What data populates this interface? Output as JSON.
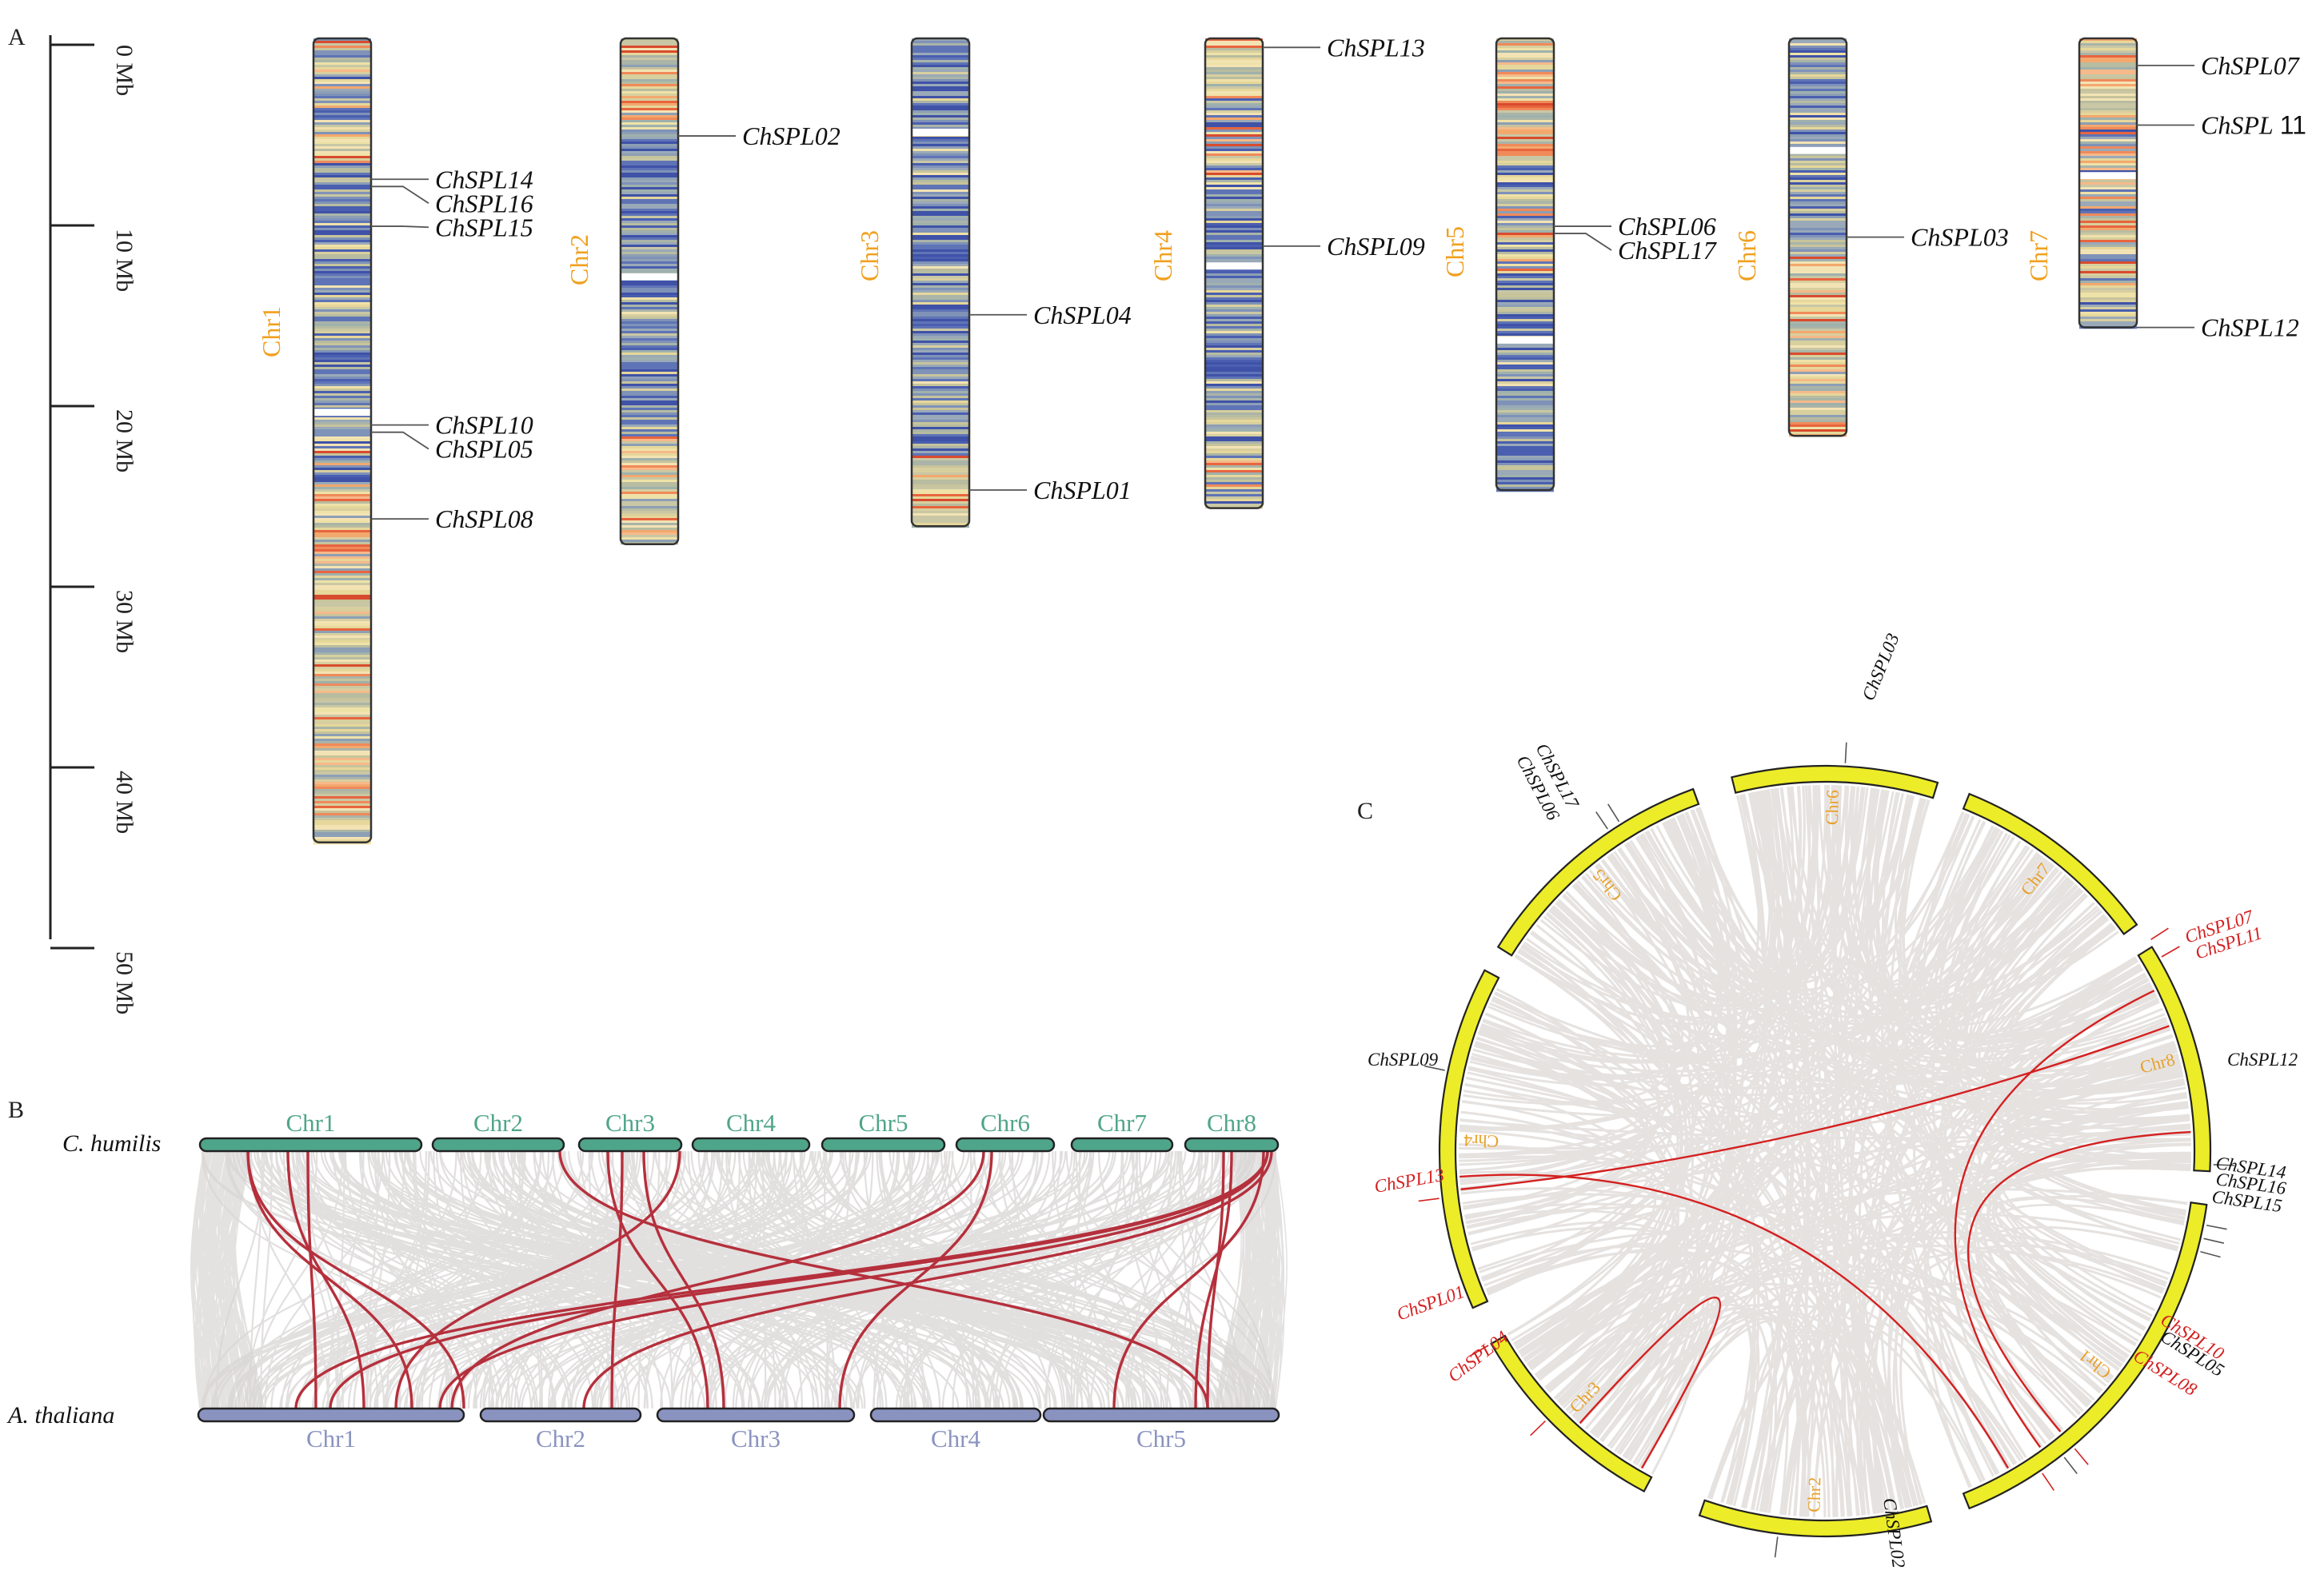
{
  "panels": {
    "a": "A",
    "b": "B",
    "c": "C"
  },
  "scale": {
    "ticks": [
      "0 Mb",
      "10 Mb",
      "20 Mb",
      "30 Mb",
      "40 Mb",
      "50 Mb"
    ]
  },
  "colors": {
    "density_low": "#3a4fa8",
    "density_mid": "#f0dc9a",
    "density_high": "#e2452a",
    "chr_label": "#f0a01e",
    "ch_chr": "#4fa58a",
    "at_chr": "#8a93c0",
    "syntenic_highlight": "#b5303c",
    "syntenic_background": "#d8d4d4",
    "circos_ring": "#ecec28"
  },
  "chromosomes_a": [
    {
      "name": "Chr1",
      "length_mb": 44.5,
      "genes": [
        {
          "label": "ChSPL14",
          "pos_mb": 7.8
        },
        {
          "label": "ChSPL16",
          "pos_mb": 8.2
        },
        {
          "label": "ChSPL15",
          "pos_mb": 10.4
        },
        {
          "label": "ChSPL10",
          "pos_mb": 21.4
        },
        {
          "label": "ChSPL05",
          "pos_mb": 21.8
        },
        {
          "label": "ChSPL08",
          "pos_mb": 26.6
        }
      ]
    },
    {
      "name": "Chr2",
      "length_mb": 28.0,
      "genes": [
        {
          "label": "ChSPL02",
          "pos_mb": 5.4
        }
      ]
    },
    {
      "name": "Chr3",
      "length_mb": 27.0,
      "genes": [
        {
          "label": "ChSPL04",
          "pos_mb": 15.3
        },
        {
          "label": "ChSPL01",
          "pos_mb": 25.0
        }
      ]
    },
    {
      "name": "Chr4",
      "length_mb": 26.0,
      "genes": [
        {
          "label": "ChSPL13",
          "pos_mb": 0.5
        },
        {
          "label": "ChSPL09",
          "pos_mb": 11.5
        }
      ]
    },
    {
      "name": "Chr5",
      "length_mb": 25.0,
      "genes": [
        {
          "label": "ChSPL06",
          "pos_mb": 10.4
        },
        {
          "label": "ChSPL17",
          "pos_mb": 10.8
        }
      ]
    },
    {
      "name": "Chr6",
      "length_mb": 22.0,
      "genes": [
        {
          "label": "ChSPL03",
          "pos_mb": 11.0
        }
      ]
    },
    {
      "name": "Chr7",
      "length_mb": 16.0,
      "genes": [
        {
          "label": "ChSPL07",
          "pos_mb": 1.5
        },
        {
          "label": "ChSPL",
          "suffix": "11",
          "pos_mb": 4.8
        },
        {
          "label": "ChSPL12",
          "pos_mb": 16.0
        }
      ]
    }
  ],
  "synteny_b": {
    "top_genome": "C. humilis",
    "bottom_genome": "A. thaliana",
    "top_chromosomes": [
      "Chr1",
      "Chr2",
      "Chr3",
      "Chr4",
      "Chr5",
      "Chr6",
      "Chr7",
      "Chr8"
    ],
    "bottom_chromosomes": [
      "Chr1",
      "Chr2",
      "Chr3",
      "Chr4",
      "Chr5"
    ],
    "highlighted_link_count": 18
  },
  "circos_c": {
    "chromosomes": [
      "Chr1",
      "Chr2",
      "Chr3",
      "Chr4",
      "Chr5",
      "Chr6",
      "Chr7",
      "Chr8"
    ],
    "genes": [
      {
        "label": "ChSPL03",
        "highlight": false
      },
      {
        "label": "ChSPL17",
        "highlight": false
      },
      {
        "label": "ChSPL06",
        "highlight": false
      },
      {
        "label": "ChSPL07",
        "highlight": true
      },
      {
        "label": "ChSPL11",
        "highlight": true
      },
      {
        "label": "ChSPL12",
        "highlight": false
      },
      {
        "label": "ChSPL09",
        "highlight": false
      },
      {
        "label": "ChSPL13",
        "highlight": true
      },
      {
        "label": "ChSPL14",
        "highlight": false
      },
      {
        "label": "ChSPL16",
        "highlight": false
      },
      {
        "label": "ChSPL15",
        "highlight": false
      },
      {
        "label": "ChSPL01",
        "highlight": true
      },
      {
        "label": "ChSPL10",
        "highlight": true
      },
      {
        "label": "ChSPL05",
        "highlight": false
      },
      {
        "label": "ChSPL04",
        "highlight": true
      },
      {
        "label": "ChSPL08",
        "highlight": true
      },
      {
        "label": "ChSPL02",
        "highlight": false
      }
    ],
    "highlight_color": "#d42020",
    "label_color": "#111111"
  }
}
